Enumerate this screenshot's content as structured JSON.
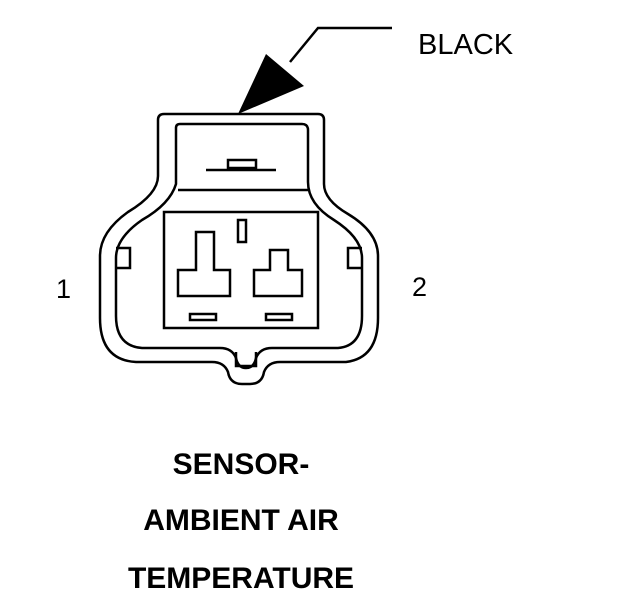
{
  "connector": {
    "color_label": "BLACK",
    "pin_labels": [
      "1",
      "2"
    ]
  },
  "caption": {
    "lines": [
      "SENSOR-",
      "AMBIENT AIR",
      "TEMPERATURE"
    ]
  },
  "colors": {
    "line": "#000000",
    "background": "#ffffff"
  }
}
